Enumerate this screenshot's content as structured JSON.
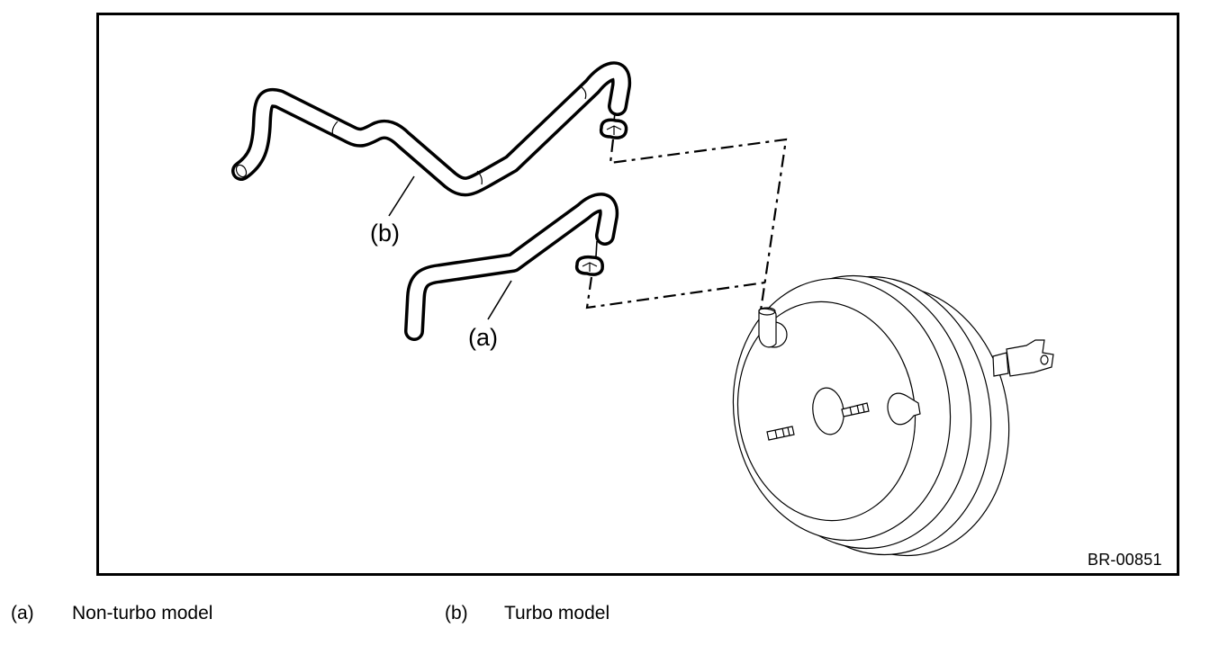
{
  "figure": {
    "id_label": "BR-00851",
    "subject": "Brake booster vacuum hose routing",
    "callouts": [
      {
        "key": "(a)",
        "label": "Non-turbo model"
      },
      {
        "key": "(b)",
        "label": "Turbo model"
      }
    ],
    "parts": [
      "vacuum-hose-non-turbo",
      "vacuum-hose-turbo",
      "hose-clip",
      "brake-booster",
      "booster-check-valve-fitting",
      "operating-rod-clevis",
      "mounting-stud"
    ]
  },
  "legend": [
    {
      "key": "(a)",
      "description": "Non-turbo model"
    },
    {
      "key": "(b)",
      "description": "Turbo model"
    }
  ]
}
